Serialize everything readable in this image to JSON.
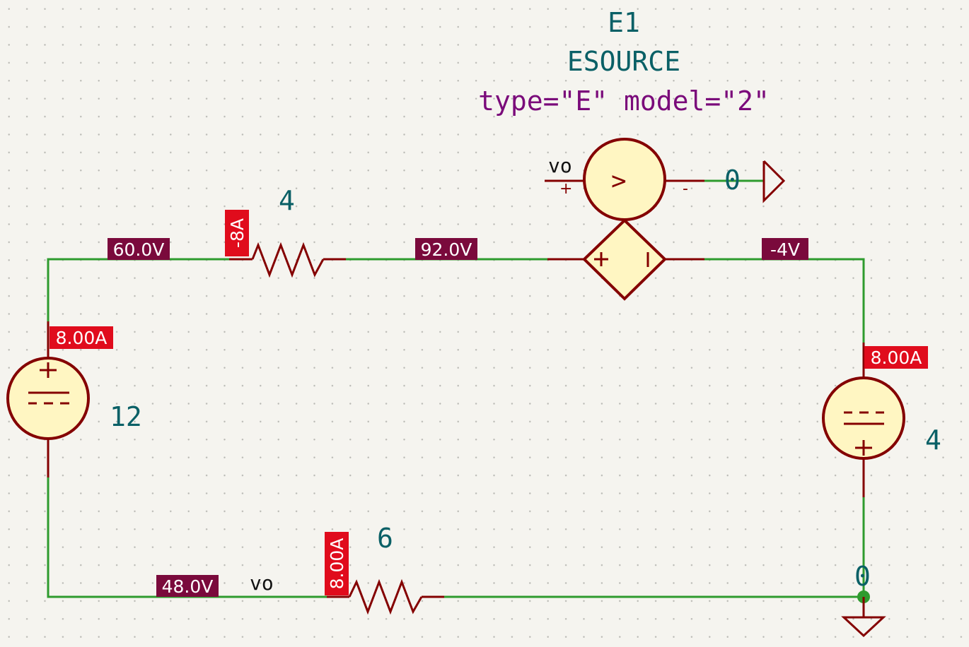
{
  "colors": {
    "background": "#f5f4ef",
    "wire": "#2e9b2e",
    "component": "#840000",
    "component_fill": "#fff6c2",
    "voltage_label_bg": "#7a0a3c",
    "current_label_bg": "#e00c1c",
    "value_text": "#0a6066",
    "property_text": "#7a0a7a"
  },
  "esource": {
    "ref": "E1",
    "value": "ESOURCE",
    "props": "type=\"E\" model=\"2\"",
    "control_plus_net": "vo",
    "control_minus_net": "0",
    "control_symbol": ">",
    "plus_mark": "+",
    "minus_mark": "-"
  },
  "resistor_top": {
    "value": "4",
    "current": "-8A"
  },
  "resistor_bottom": {
    "value": "6",
    "current": "8.00A"
  },
  "source_left": {
    "value": "12",
    "current": "8.00A"
  },
  "source_right": {
    "value": "4",
    "current": "8.00A"
  },
  "node_voltages": {
    "top_left": "60.0V",
    "top_mid": "92.0V",
    "top_right": "-4V",
    "bottom_left": "48.0V"
  },
  "net_labels": {
    "bottom_vo": "vo",
    "ground_node": "0"
  },
  "grid": true
}
